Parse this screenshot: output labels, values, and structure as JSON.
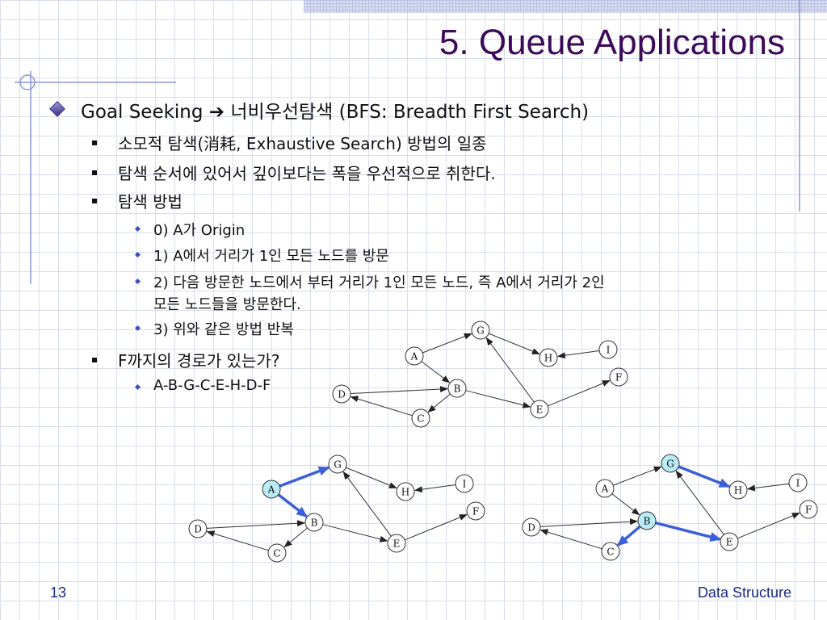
{
  "slide": {
    "title": "5. Queue Applications",
    "page_number": "13",
    "footer": "Data Structure",
    "bullets": [
      {
        "level": 1,
        "text": "Goal Seeking ➔ 너비우선탐색 (BFS: Breadth First Search)"
      },
      {
        "level": 2,
        "text": "소모적 탐색(消耗, Exhaustive Search) 방법의 일종"
      },
      {
        "level": 2,
        "text": "탐색 순서에 있어서 깊이보다는 폭을 우선적으로 취한다."
      },
      {
        "level": 2,
        "text": "탐색 방법"
      },
      {
        "level": 3,
        "text": "0) A가 Origin"
      },
      {
        "level": 3,
        "text": "1) A에서 거리가 1인 모든 노드를 방문"
      },
      {
        "level": 3,
        "text": "2) 다음 방문한 노드에서 부터 거리가 1인 모든 노드, 즉 A에서 거리가 2인"
      },
      {
        "level": 3,
        "text": "모든 노드들을 방문한다.",
        "continuation": true
      },
      {
        "level": 3,
        "text": "3) 위와 같은 방법 반복"
      },
      {
        "level": 2,
        "text": "F까지의 경로가 있는가?"
      },
      {
        "level": 3,
        "text": "A-B-G-C-E-H-D-F"
      }
    ]
  },
  "graph": {
    "nodes": [
      "A",
      "B",
      "C",
      "D",
      "E",
      "F",
      "G",
      "H",
      "I"
    ],
    "edges": [
      [
        "A",
        "G"
      ],
      [
        "A",
        "B"
      ],
      [
        "G",
        "H"
      ],
      [
        "I",
        "H"
      ],
      [
        "B",
        "C"
      ],
      [
        "B",
        "E"
      ],
      [
        "E",
        "G"
      ],
      [
        "E",
        "F"
      ],
      [
        "C",
        "D"
      ],
      [
        "D",
        "B"
      ]
    ],
    "highlight_color": "#3b5fd9",
    "visited_fill": "#b8ecf7"
  },
  "diagrams": [
    {
      "name": "graph-initial",
      "visited": [],
      "highlighted_edges": []
    },
    {
      "name": "graph-step-1",
      "visited": [
        "A"
      ],
      "highlighted_edges": [
        [
          "A",
          "G"
        ],
        [
          "A",
          "B"
        ]
      ]
    },
    {
      "name": "graph-step-2",
      "visited": [
        "G",
        "B"
      ],
      "highlighted_edges": [
        [
          "G",
          "H"
        ],
        [
          "B",
          "C"
        ],
        [
          "B",
          "E"
        ]
      ]
    }
  ]
}
